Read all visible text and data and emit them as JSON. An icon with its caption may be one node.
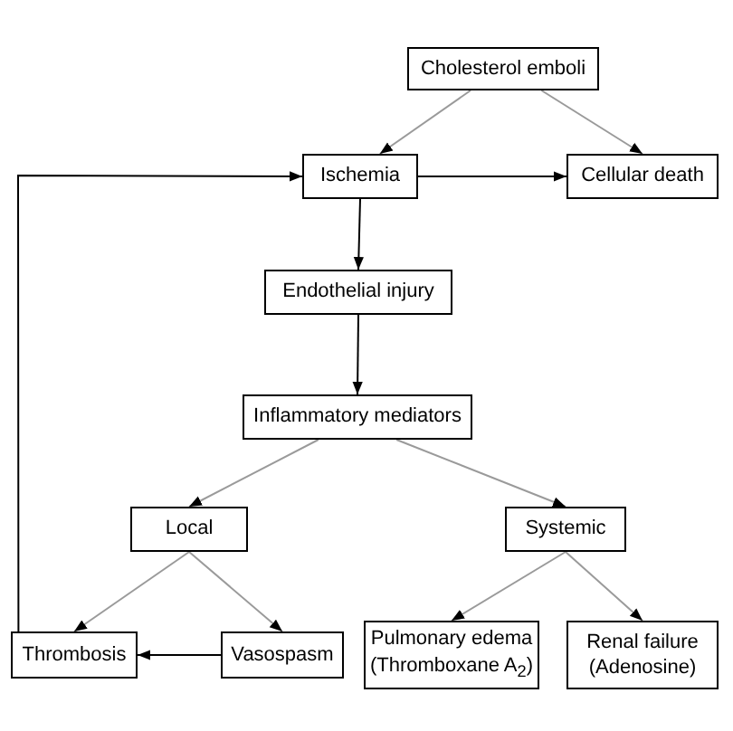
{
  "diagram": {
    "nodes": [
      {
        "text": [
          "Cholesterol emboli"
        ]
      },
      {
        "text": [
          "Ischemia"
        ]
      },
      {
        "text": [
          "Cellular death"
        ]
      },
      {
        "text": [
          "Endothelial injury"
        ]
      },
      {
        "text": [
          "Inflammatory mediators"
        ]
      },
      {
        "text": [
          "Local"
        ]
      },
      {
        "text": [
          "Systemic"
        ]
      },
      {
        "text": [
          "Thrombosis"
        ]
      },
      {
        "text": [
          "Vasospasm"
        ]
      },
      {
        "text": [
          "Pulmonary edema (Thromboxane A$_{2}$)"
        ]
      },
      {
        "text": [
          "Renal failure (Adenosine)"
        ]
      }
    ],
    "edges": [
      {
        "from": 0,
        "to": 1,
        "arrow": "to"
      },
      {
        "from": 0,
        "to": 2,
        "arrow": "to"
      },
      {
        "from": 1,
        "to": 2,
        "arrow": "to",
        "color": "#000000"
      },
      {
        "from": 1,
        "to": 3,
        "arrow": "to",
        "color": "#000000"
      },
      {
        "from": 3,
        "to": 4,
        "arrow": "to",
        "color": "#000000"
      },
      {
        "from": 4,
        "to": 5,
        "arrow": "to"
      },
      {
        "from": 4,
        "to": 6,
        "arrow": "to"
      },
      {
        "from": 5,
        "to": 7,
        "arrow": "to"
      },
      {
        "from": 5,
        "to": 8,
        "arrow": "to"
      },
      {
        "from": 8,
        "to": 7,
        "arrow": "to",
        "color": "#000000"
      },
      {
        "from": 7,
        "to": 1,
        "arrow": "to",
        "color": "#000000"
      },
      {
        "from": 6,
        "to": 9,
        "arrow": "to"
      },
      {
        "from": 6,
        "to": 10,
        "arrow": "to"
      }
    ]
  }
}
